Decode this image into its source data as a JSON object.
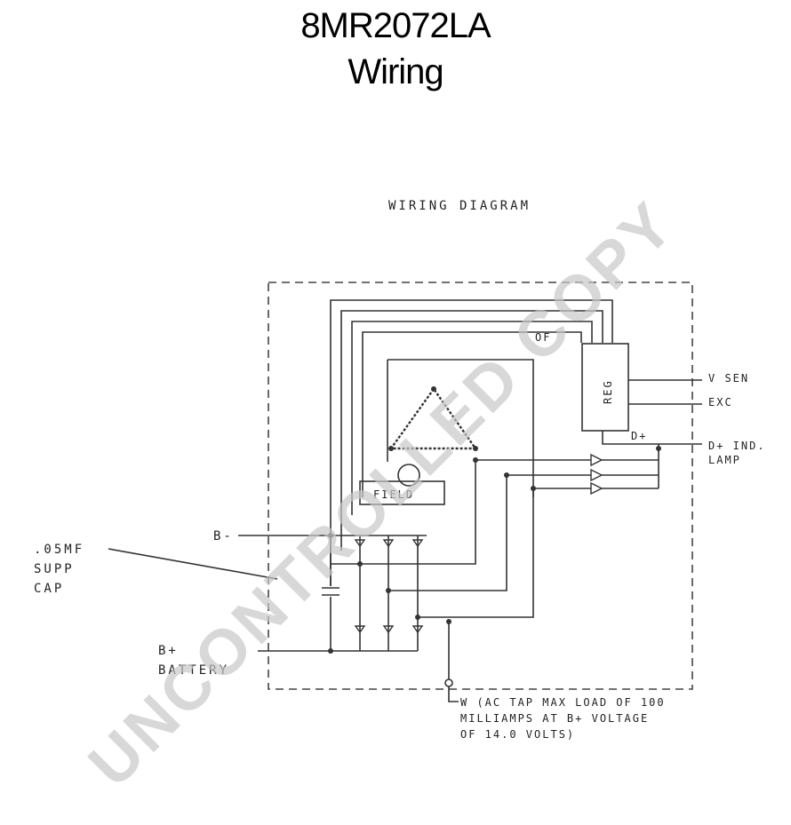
{
  "header": {
    "title": "8MR2072LA",
    "subtitle": "Wiring"
  },
  "diagram": {
    "heading": "WIRING DIAGRAM",
    "labels": {
      "of": "OF",
      "reg": "REG",
      "field": "FIELD",
      "b_minus": "B-",
      "cap_line1": ".05MF",
      "cap_line2": "SUPP",
      "cap_line3": "CAP",
      "bplus_line1": "B+",
      "bplus_line2": "BATTERY",
      "v_sen": "V SEN",
      "exc": "EXC",
      "d_plus": "D+",
      "d_plus_ind": "D+ IND.",
      "lamp": "LAMP",
      "w_line1": "W (AC TAP MAX LOAD OF 100",
      "w_line2": "MILLIAMPS AT B+ VOLTAGE",
      "w_line3": "OF 14.0 VOLTS)"
    }
  },
  "watermark": {
    "text": "UNCONTROLLED COPY",
    "color": "#c8c8c8"
  }
}
